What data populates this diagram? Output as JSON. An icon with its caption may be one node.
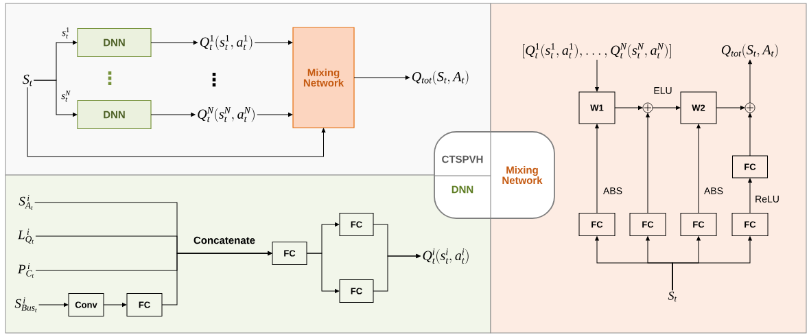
{
  "diagram": {
    "nodes": [
      {
        "text": [],
        "shape": "box"
      },
      {
        "text": [
          "S_t"
        ],
        "in": 0
      },
      {
        "text": [
          "DNN"
        ],
        "in": 0
      },
      {
        "text": [
          "DNN"
        ],
        "in": 0
      },
      {
        "text": [
          "Q_t^1(s_t^1, a_t^1)"
        ],
        "in": 0
      },
      {
        "text": [
          "Q_t^N(s_t^N, a_t^N)"
        ],
        "in": 0
      },
      {
        "text": [
          "Mixing Network"
        ],
        "in": 0
      },
      {
        "text": [
          "Q_{tot}(S_t, A_t)"
        ],
        "in": 0
      },
      {
        "text": [],
        "shape": "box"
      },
      {
        "text": [
          "S_{A_t}^{\\,i}"
        ],
        "in": 8
      },
      {
        "text": [
          "L_{Q_t}^{\\,i}"
        ],
        "in": 8
      },
      {
        "text": [
          "P_{C_t}^{\\,i}"
        ],
        "in": 8
      },
      {
        "text": [
          "S_{Bus_t}^{\\,i}"
        ],
        "in": 8
      },
      {
        "text": [
          "Conv"
        ],
        "in": 8
      },
      {
        "text": [
          "FC"
        ],
        "in": 8
      },
      {
        "text": [
          "FC"
        ],
        "in": 8
      },
      {
        "text": [
          "FC"
        ],
        "in": 8
      },
      {
        "text": [
          "FC"
        ],
        "in": 8
      },
      {
        "text": [
          "Q_t^i(s_t^i, a_t^i)"
        ],
        "in": 8
      },
      {
        "text": [],
        "shape": "box"
      },
      {
        "text": [
          "[Q_t^1(s_t^1, a_t^1),\\ldots,Q_t^N(s_t^N, a_t^N)]"
        ],
        "in": 19
      },
      {
        "text": [
          "Q_{tot}(S_t, A_t)"
        ],
        "in": 19
      },
      {
        "text": [
          "W1"
        ],
        "in": 19
      },
      {
        "text": [],
        "shape": "circle",
        "in": 19
      },
      {
        "text": [
          "W2"
        ],
        "in": 19
      },
      {
        "text": [],
        "shape": "circle",
        "in": 19
      },
      {
        "text": [
          "FC"
        ],
        "in": 19
      },
      {
        "text": [
          "FC"
        ],
        "in": 19
      },
      {
        "text": [
          "FC"
        ],
        "in": 19
      },
      {
        "text": [
          "FC"
        ],
        "in": 19
      },
      {
        "text": [
          "FC"
        ],
        "in": 19
      },
      {
        "text": [
          "S_t"
        ],
        "in": 19
      },
      {
        "text": [
          "CTSPVH",
          "DNN",
          "Mixing Network"
        ]
      }
    ],
    "edges": [
      {
        "from": 1,
        "to": 2,
        "arrow": "to",
        "label": "s_t^1"
      },
      {
        "from": 1,
        "to": 3,
        "arrow": "to",
        "label": "s_t^N"
      },
      {
        "from": 2,
        "to": 4,
        "arrow": "to"
      },
      {
        "from": 3,
        "to": 5,
        "arrow": "to"
      },
      {
        "from": 4,
        "to": 6,
        "arrow": "to"
      },
      {
        "from": 5,
        "to": 6,
        "arrow": "to"
      },
      {
        "from": 6,
        "to": 7,
        "arrow": "to"
      },
      {
        "from": 1,
        "to": 6,
        "arrow": "to"
      },
      {
        "from": 9,
        "to": 15,
        "arrow": "to",
        "label": "Concatenate"
      },
      {
        "from": 10,
        "to": 15,
        "arrow": "to"
      },
      {
        "from": 11,
        "to": 15,
        "arrow": "to"
      },
      {
        "from": 14,
        "to": 15,
        "arrow": "to"
      },
      {
        "from": 12,
        "to": 13,
        "arrow": "to"
      },
      {
        "from": 13,
        "to": 14,
        "arrow": "to"
      },
      {
        "from": 15,
        "to": 16,
        "arrow": "to"
      },
      {
        "from": 15,
        "to": 17,
        "arrow": "to"
      },
      {
        "from": 16,
        "to": 18,
        "arrow": "to"
      },
      {
        "from": 17,
        "to": 18,
        "arrow": "to"
      },
      {
        "from": 20,
        "to": 22,
        "arrow": "to"
      },
      {
        "from": 22,
        "to": 23,
        "arrow": "to"
      },
      {
        "from": 23,
        "to": 24,
        "arrow": "to",
        "label": "ELU"
      },
      {
        "from": 24,
        "to": 25,
        "arrow": "to"
      },
      {
        "from": 25,
        "to": 21,
        "arrow": "to"
      },
      {
        "from": 27,
        "to": 22,
        "arrow": "to",
        "label": "ABS"
      },
      {
        "from": 28,
        "to": 23,
        "arrow": "to"
      },
      {
        "from": 29,
        "to": 24,
        "arrow": "to",
        "label": "ABS"
      },
      {
        "from": 30,
        "to": 26,
        "arrow": "to",
        "label": "ReLU"
      },
      {
        "from": 26,
        "to": 25,
        "arrow": "to"
      },
      {
        "from": 31,
        "to": 27,
        "arrow": "to"
      },
      {
        "from": 31,
        "to": 28,
        "arrow": "to"
      },
      {
        "from": 31,
        "to": 29,
        "arrow": "to"
      },
      {
        "from": 31,
        "to": 30,
        "arrow": "to"
      }
    ],
    "labels": [
      "⋮",
      "⋮"
    ]
  }
}
